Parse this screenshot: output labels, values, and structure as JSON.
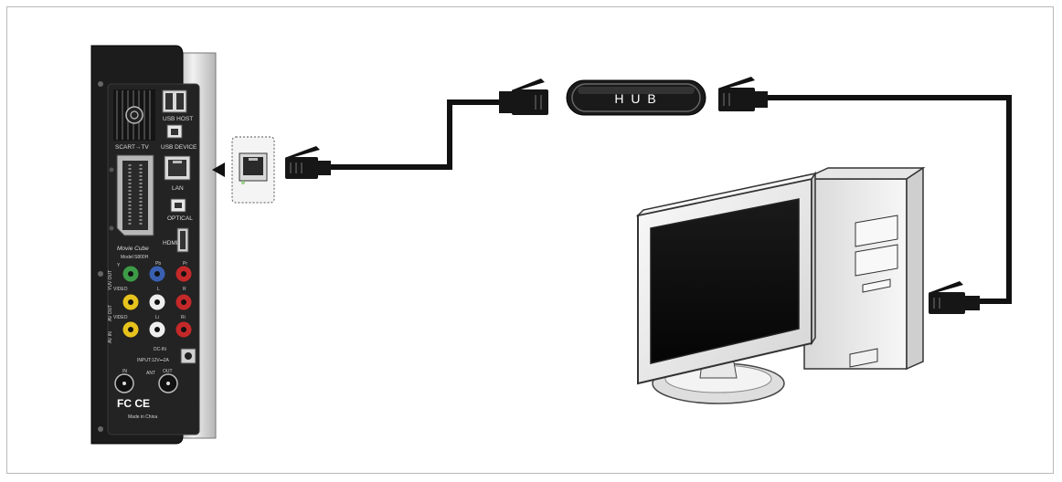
{
  "device": {
    "usb_host_label": "USB HOST",
    "usb_device_label": "USB DEVICE",
    "scart_label": "SCART→TV",
    "lan_label": "LAN",
    "optical_label": "OPTICAL",
    "hdmi_label": "HDMI",
    "brand_label": "Movie Cube",
    "model_label": "Model:S800H",
    "yuv_out_label": "YUV OUT",
    "av_out_label": "AV OUT",
    "av_in_label": "AV IN",
    "video_label": "VIDEO",
    "y_label": "Y",
    "pb_label": "Pb",
    "pr_label": "Pr",
    "l_label": "L",
    "r_label": "R",
    "li_label": "Li",
    "ri_label": "Ri",
    "dc_in_label": "DC-IN",
    "input_label": "INPUT:12V⎓2A",
    "ant_in_label": "IN",
    "ant_label": "ANT",
    "ant_out_label": "OUT",
    "cert_label": "FC CE",
    "made_in_label": "Made in China"
  },
  "hub": {
    "label": "H U B"
  },
  "colors": {
    "cable": "#111111",
    "device_body": "#1c1c1c",
    "hub_body": "#1a1a1a",
    "monitor_screen": "#101010",
    "pc_case": "#efefef",
    "jack_green": "#3d9a47",
    "jack_blue": "#3a5fb0",
    "jack_red": "#c4292a",
    "jack_yellow": "#e6c21c",
    "jack_white": "#eeeeee"
  }
}
